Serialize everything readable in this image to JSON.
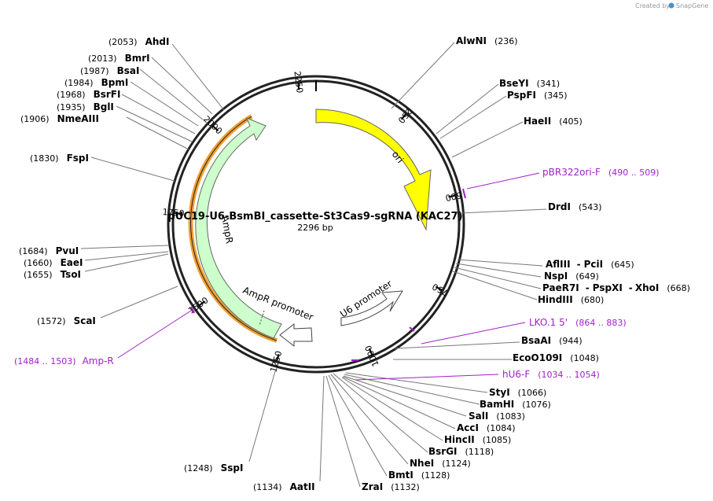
{
  "credit": {
    "prefix": "Created by",
    "brand": "SnapGene"
  },
  "plasmid": {
    "name": "pUC19-U6-BsmBI_cassette-St3Cas9-sgRNA (KAC27)",
    "size_label": "2296 bp",
    "length": 2296
  },
  "ticks": [
    {
      "pos": 250,
      "label": "250"
    },
    {
      "pos": 500,
      "label": "500"
    },
    {
      "pos": 750,
      "label": "750"
    },
    {
      "pos": 1000,
      "label": "1000"
    },
    {
      "pos": 1250,
      "label": "1250"
    },
    {
      "pos": 1500,
      "label": "1500"
    },
    {
      "pos": 1750,
      "label": "1750"
    },
    {
      "pos": 2000,
      "label": "2000"
    },
    {
      "pos": 2250,
      "label": "2250"
    }
  ],
  "features": [
    {
      "id": "ori",
      "name": "ori",
      "color": "#ffff00"
    },
    {
      "id": "ampr",
      "name": "AmpR",
      "color": "#ccffcc"
    },
    {
      "id": "ampr-promoter",
      "name": "AmpR promoter",
      "color": "#ffffff"
    },
    {
      "id": "u6-promoter",
      "name": "U6 promoter",
      "color": "#ffffff"
    }
  ],
  "sites_right": [
    {
      "name": "AlwNI",
      "pos": "(236)"
    },
    {
      "name": "BseYI",
      "pos": "(341)"
    },
    {
      "name": "PspFI",
      "pos": "(345)"
    },
    {
      "name": "HaeII",
      "pos": "(405)"
    },
    {
      "name": "DrdI",
      "pos": "(543)"
    },
    {
      "name": "AflIII",
      "name2": "PciI",
      "pos": "(645)"
    },
    {
      "name": "NspI",
      "pos": "(649)"
    },
    {
      "name": "PaeR7I",
      "name2": "PspXI",
      "name3": "XhoI",
      "pos": "(668)"
    },
    {
      "name": "HindIII",
      "pos": "(680)"
    },
    {
      "name": "BsaAI",
      "pos": "(944)"
    },
    {
      "name": "EcoO109I",
      "pos": "(1048)"
    },
    {
      "name": "StyI",
      "pos": "(1066)"
    },
    {
      "name": "BamHI",
      "pos": "(1076)"
    },
    {
      "name": "SalI",
      "pos": "(1083)"
    },
    {
      "name": "AccI",
      "pos": "(1084)"
    },
    {
      "name": "HincII",
      "pos": "(1085)"
    },
    {
      "name": "BsrGI",
      "pos": "(1118)"
    },
    {
      "name": "NheI",
      "pos": "(1124)"
    },
    {
      "name": "BmtI",
      "pos": "(1128)"
    },
    {
      "name": "ZraI",
      "pos": "(1132)"
    },
    {
      "name": "AatII",
      "pos": "(1134)"
    },
    {
      "name": "SspI",
      "pos": "(1248)"
    }
  ],
  "sites_left": [
    {
      "name": "ScaI",
      "pos": "(1572)"
    },
    {
      "name": "TsoI",
      "pos": "(1655)"
    },
    {
      "name": "EaeI",
      "pos": "(1660)"
    },
    {
      "name": "PvuI",
      "pos": "(1684)"
    },
    {
      "name": "FspI",
      "pos": "(1830)"
    },
    {
      "name": "NmeAIII",
      "pos": "(1906)"
    },
    {
      "name": "BglI",
      "pos": "(1935)"
    },
    {
      "name": "BsrFI",
      "pos": "(1968)"
    },
    {
      "name": "BpmI",
      "pos": "(1984)"
    },
    {
      "name": "BsaI",
      "pos": "(1987)"
    },
    {
      "name": "BmrI",
      "pos": "(2013)"
    },
    {
      "name": "AhdI",
      "pos": "(2053)"
    }
  ],
  "primers": [
    {
      "name": "pBR322ori-F",
      "range": "(490 .. 509)"
    },
    {
      "name": "LKO.1 5'",
      "range": "(864 .. 883)"
    },
    {
      "name": "hU6-F",
      "range": "(1034 .. 1054)"
    },
    {
      "name": "Amp-R",
      "range": "(1484 .. 1503)"
    }
  ],
  "colors": {
    "primer": "#a020c8",
    "ori": "#ffff00",
    "ampr": "#ccffcc",
    "ampr_outline": "#f0a030"
  }
}
